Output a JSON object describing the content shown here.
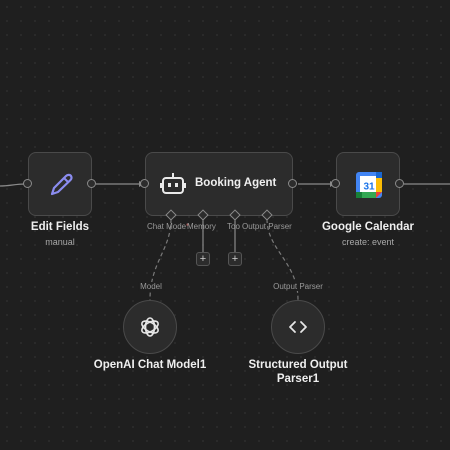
{
  "nodes": {
    "edit_fields": {
      "title": "Edit Fields",
      "subtitle": "manual",
      "icon": "pencil-icon"
    },
    "booking_agent": {
      "title": "Booking Agent",
      "icon": "robot-icon",
      "sub_ports": [
        "Chat Model",
        "Memory",
        "Tool",
        "Output Parser"
      ],
      "sub_port_labels": {
        "chat_model": "Chat Mode",
        "memory": "Memory",
        "tool": "Too",
        "output_parser": "Output Parser"
      },
      "required_marker": "*"
    },
    "google_calendar": {
      "title": "Google Calendar",
      "subtitle": "create: event",
      "icon": "google-calendar-icon",
      "icon_text": "31"
    },
    "openai_chat_model": {
      "title": "OpenAI Chat Model1",
      "icon": "openai-icon"
    },
    "structured_output_parser": {
      "title_line1": "Structured Output",
      "title_line2": "Parser1",
      "icon": "code-brackets-icon"
    }
  },
  "connections": {
    "model_label": "Model",
    "output_parser_label": "Output Parser"
  },
  "add_buttons": [
    "+",
    "+"
  ],
  "colors": {
    "canvas": "#1f1f1f",
    "node_bg": "#2c2c2c",
    "node_border": "#4a4a4a",
    "pencil": "#8b8cf0",
    "wire": "#8a8a8a"
  }
}
